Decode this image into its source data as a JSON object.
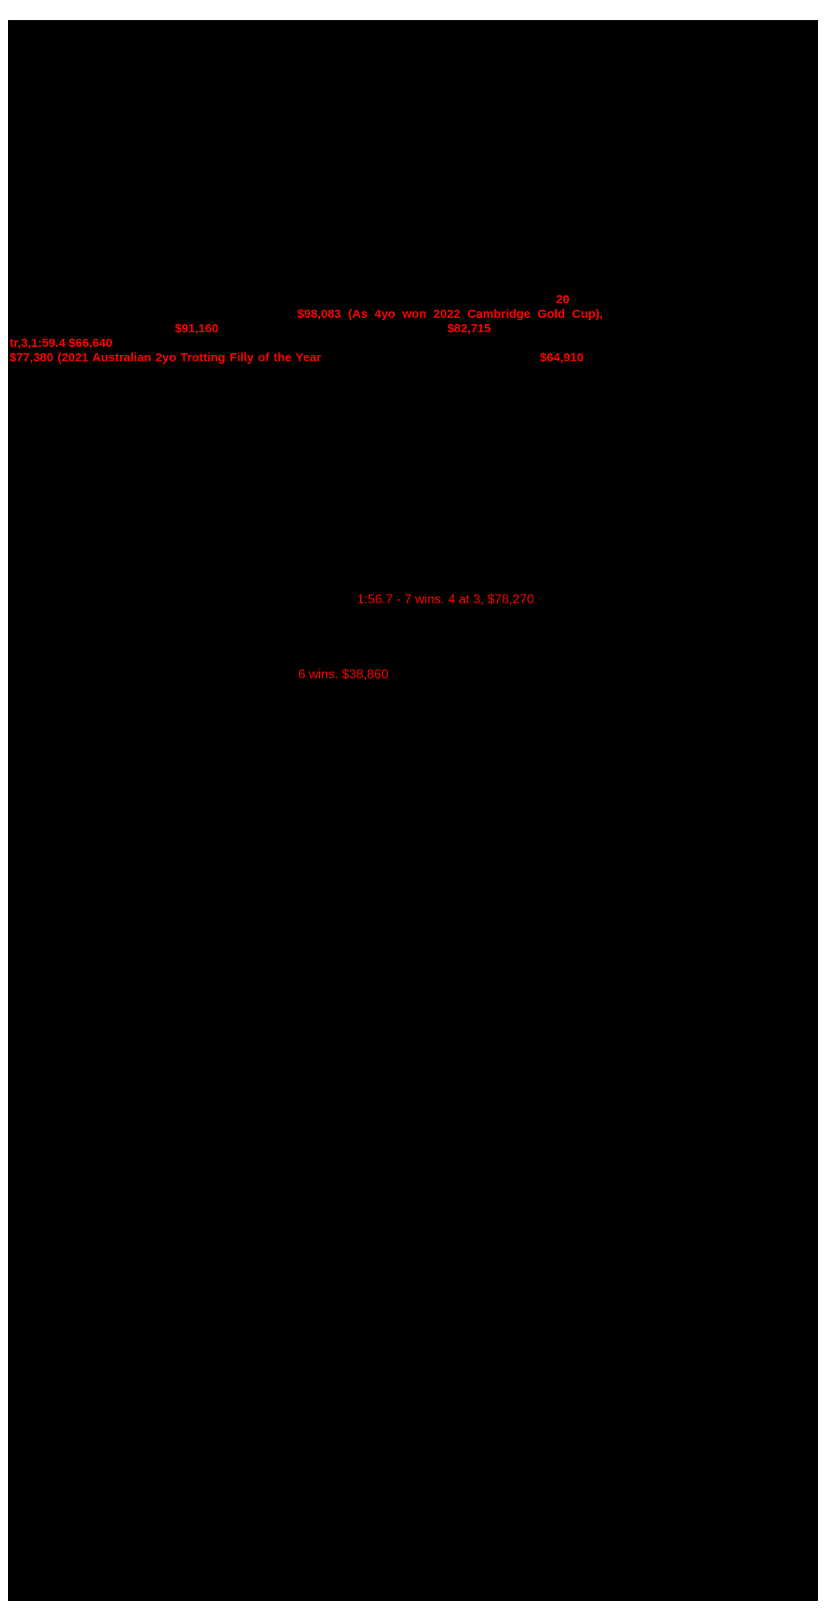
{
  "document": {
    "type": "pedigree-catalogue-page",
    "colors": {
      "page_background": "#000000",
      "margin_background": "#ffffff",
      "highlight_text": "#ff0000"
    },
    "highlights": {
      "line1_right": "20",
      "line2": "$98,083 (As 4yo won 2022 Cambridge Gold Cup),",
      "line3_left": "$91,160",
      "line3_right": "$82,715",
      "line4": "tr,3,1:59.4  $66,640",
      "line5_left": "$77,380 (2021 Australian 2yo Trotting Filly of the Year",
      "line5_right": "$64,910",
      "mid_note": "1:56.7 - 7 wins. 4 at 3, $78,270",
      "lower_note": "6 wins. $38,860"
    }
  }
}
